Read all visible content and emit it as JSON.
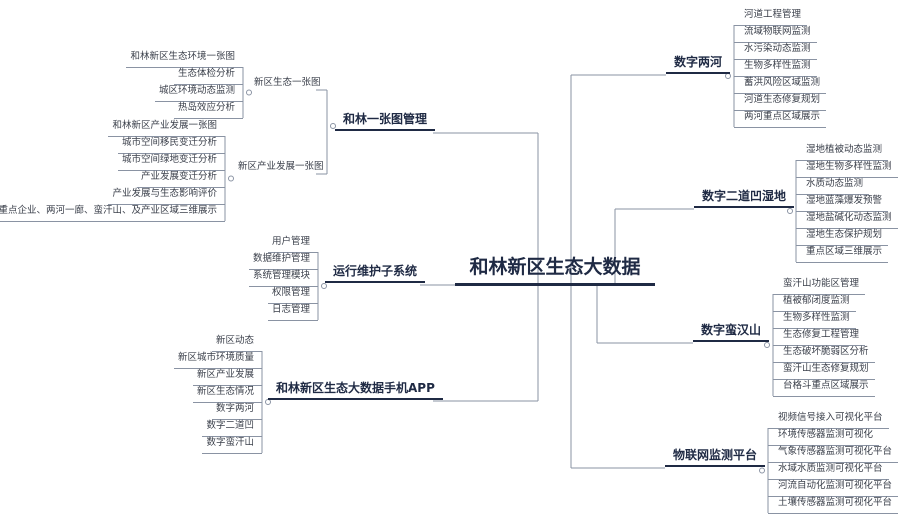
{
  "center": "和林新区生态大数据",
  "branches": {
    "map": {
      "title": "和林一张图管理",
      "subs": [
        {
          "title": "新区生态一张图",
          "items": [
            "和林新区生态环境一张图",
            "生态体检分析",
            "城区环境动态监测",
            "热岛效应分析"
          ]
        },
        {
          "title": "新区产业发展一张图",
          "items": [
            "和林新区产业发展一张图",
            "城市空间移民变迁分析",
            "城市空间绿地变迁分析",
            "产业发展变迁分析",
            "产业发展与生态影响评价",
            "重点企业、两河一廊、蛮汗山、及产业区域三维展示"
          ]
        }
      ]
    },
    "ops": {
      "title": "运行维护子系统",
      "items": [
        "用户管理",
        "数据维护管理",
        "系统管理模块",
        "权限管理",
        "日志管理"
      ]
    },
    "app": {
      "title": "和林新区生态大数据手机APP",
      "items": [
        "新区动态",
        "新区城市环境质量",
        "新区产业发展",
        "新区生态情况",
        "数字两河",
        "数字二道凹",
        "数字蛮汗山"
      ]
    },
    "rivers": {
      "title": "数字两河",
      "items": [
        "河道工程管理",
        "流域物联网监测",
        "水污染动态监测",
        "生物多样性监测",
        "蓄洪风险区域监测",
        "河道生态修复规划",
        "两河重点区域展示"
      ]
    },
    "wetland": {
      "title": "数字二道凹湿地",
      "items": [
        "湿地植被动态监测",
        "湿地生物多样性监测",
        "水质动态监测",
        "湿地蓝藻爆发预警",
        "湿地盐碱化动态监测",
        "湿地生态保护规划",
        "重点区域三维展示"
      ]
    },
    "mountain": {
      "title": "数字蛮汉山",
      "items": [
        "蛮汗山功能区管理",
        "植被郁闭度监测",
        "生物多样性监测",
        "生态修复工程管理",
        "生态破坏脆弱区分析",
        "蛮汗山生态修复规划",
        "台格斗重点区域展示"
      ]
    },
    "iot": {
      "title": "物联网监测平台",
      "items": [
        "视频信号接入可视化平台",
        "环境传感器监测可视化",
        "气象传感器监测可视化平台",
        "水域水质监测可视化平台",
        "河流自动化监测可视化平台",
        "土壤传感器监测可视化平台"
      ]
    }
  },
  "colors": {
    "heading": "#1f2a44",
    "line": "#8a93a3",
    "text": "#3a3f4a"
  }
}
